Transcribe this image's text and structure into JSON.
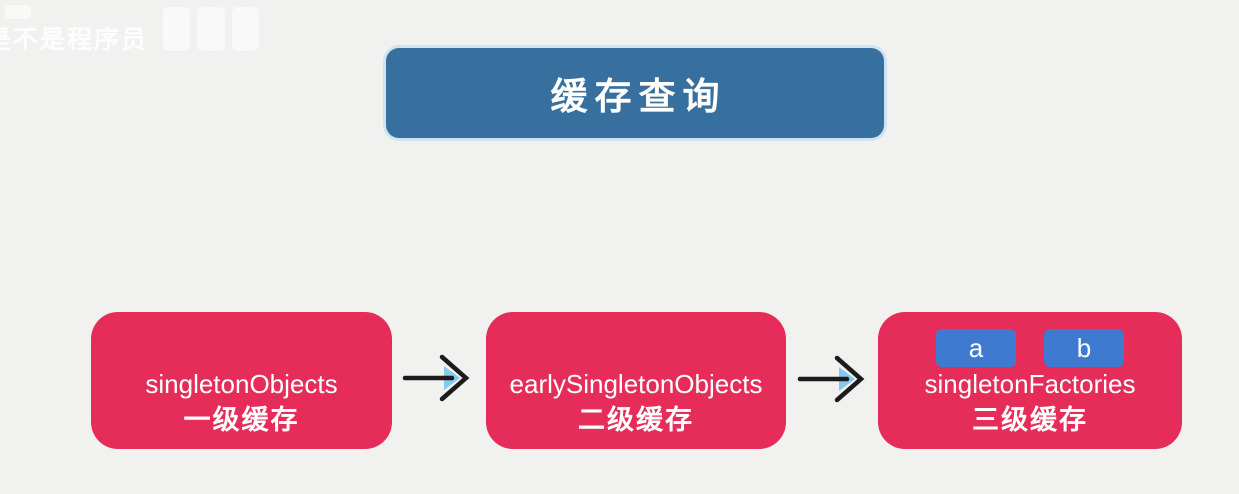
{
  "watermark": {
    "text": "是不是程序员"
  },
  "title": {
    "label": "缓存查询"
  },
  "flow": {
    "boxes": [
      {
        "label": "singletonObjects",
        "sublabel": "一级缓存"
      },
      {
        "label": "earlySingletonObjects",
        "sublabel": "二级缓存"
      },
      {
        "label": "singletonFactories",
        "sublabel": "三级缓存",
        "children": [
          "a",
          "b"
        ]
      }
    ],
    "arrow_icon": "right-arrow-icon"
  },
  "colors": {
    "background": "#f1f1ef",
    "title_box": "#37709f",
    "title_box_glow": "#cfe3f2",
    "cache_box": "#e62d5a",
    "child_box": "#3e7ad0",
    "arrow_black": "#1b1b1b",
    "arrow_accent": "#86c9ef",
    "text": "#ffffff"
  }
}
